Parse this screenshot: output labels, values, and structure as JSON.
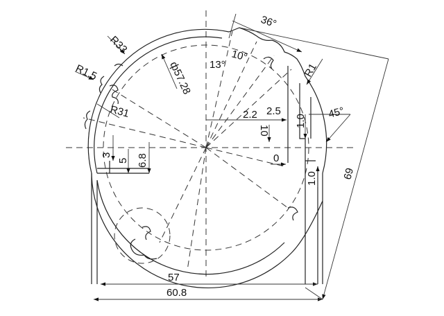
{
  "drawing": {
    "labels": {
      "angle_36": "36°",
      "radius_r33": "R33",
      "radius_r1_5": "R1.5",
      "radius_r1": "R1",
      "angle_10": "10°",
      "angle_13": "13°",
      "diameter_57_28": "ф57.28",
      "radius_r31": "R31",
      "dim_2_2": "2.2",
      "dim_2_5": "2.5",
      "dim_10_left": "10",
      "dim_1_0_top": "1.0",
      "dim_0": "0",
      "angle_45": "45°",
      "dim_3": "3",
      "dim_5": "5",
      "dim_6_8": "6.8",
      "dim_1_0_bottom": "1.0",
      "dim_69": "69",
      "dim_57": "57",
      "dim_60_8": "60.8"
    },
    "line_color": "#222222",
    "background": "#ffffff"
  }
}
